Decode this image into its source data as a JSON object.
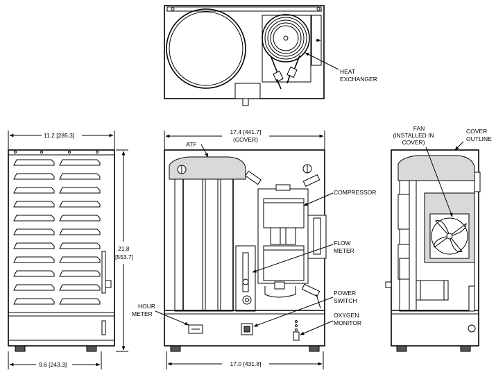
{
  "labels": {
    "heat_exchanger_1": "HEAT",
    "heat_exchanger_2": "EXCHANGER",
    "atf": "ATF",
    "compressor": "COMPRESSOR",
    "flow_meter_1": "FLOW",
    "flow_meter_2": "METER",
    "power_switch_1": "POWER",
    "power_switch_2": "SWITCH",
    "oxygen_monitor_1": "OXYGEN",
    "oxygen_monitor_2": "MONITOR",
    "hour_meter_1": "HOUR",
    "hour_meter_2": "METER",
    "fan_1": "FAN",
    "fan_2": "(INSTALLED IN",
    "fan_3": "COVER)",
    "cover_outline_1": "COVER",
    "cover_outline_2": "OUTLINE"
  },
  "dimensions": {
    "side_top_width": "11.2 [285.3]",
    "front_top_width_1": "17.4 [441.7]",
    "front_top_width_2": "(COVER)",
    "side_height_1": "21.8",
    "side_height_2": "[553.7]",
    "side_bottom_width": "9.6 [243.3]",
    "front_bottom_width": "17.0 [431.8]"
  }
}
